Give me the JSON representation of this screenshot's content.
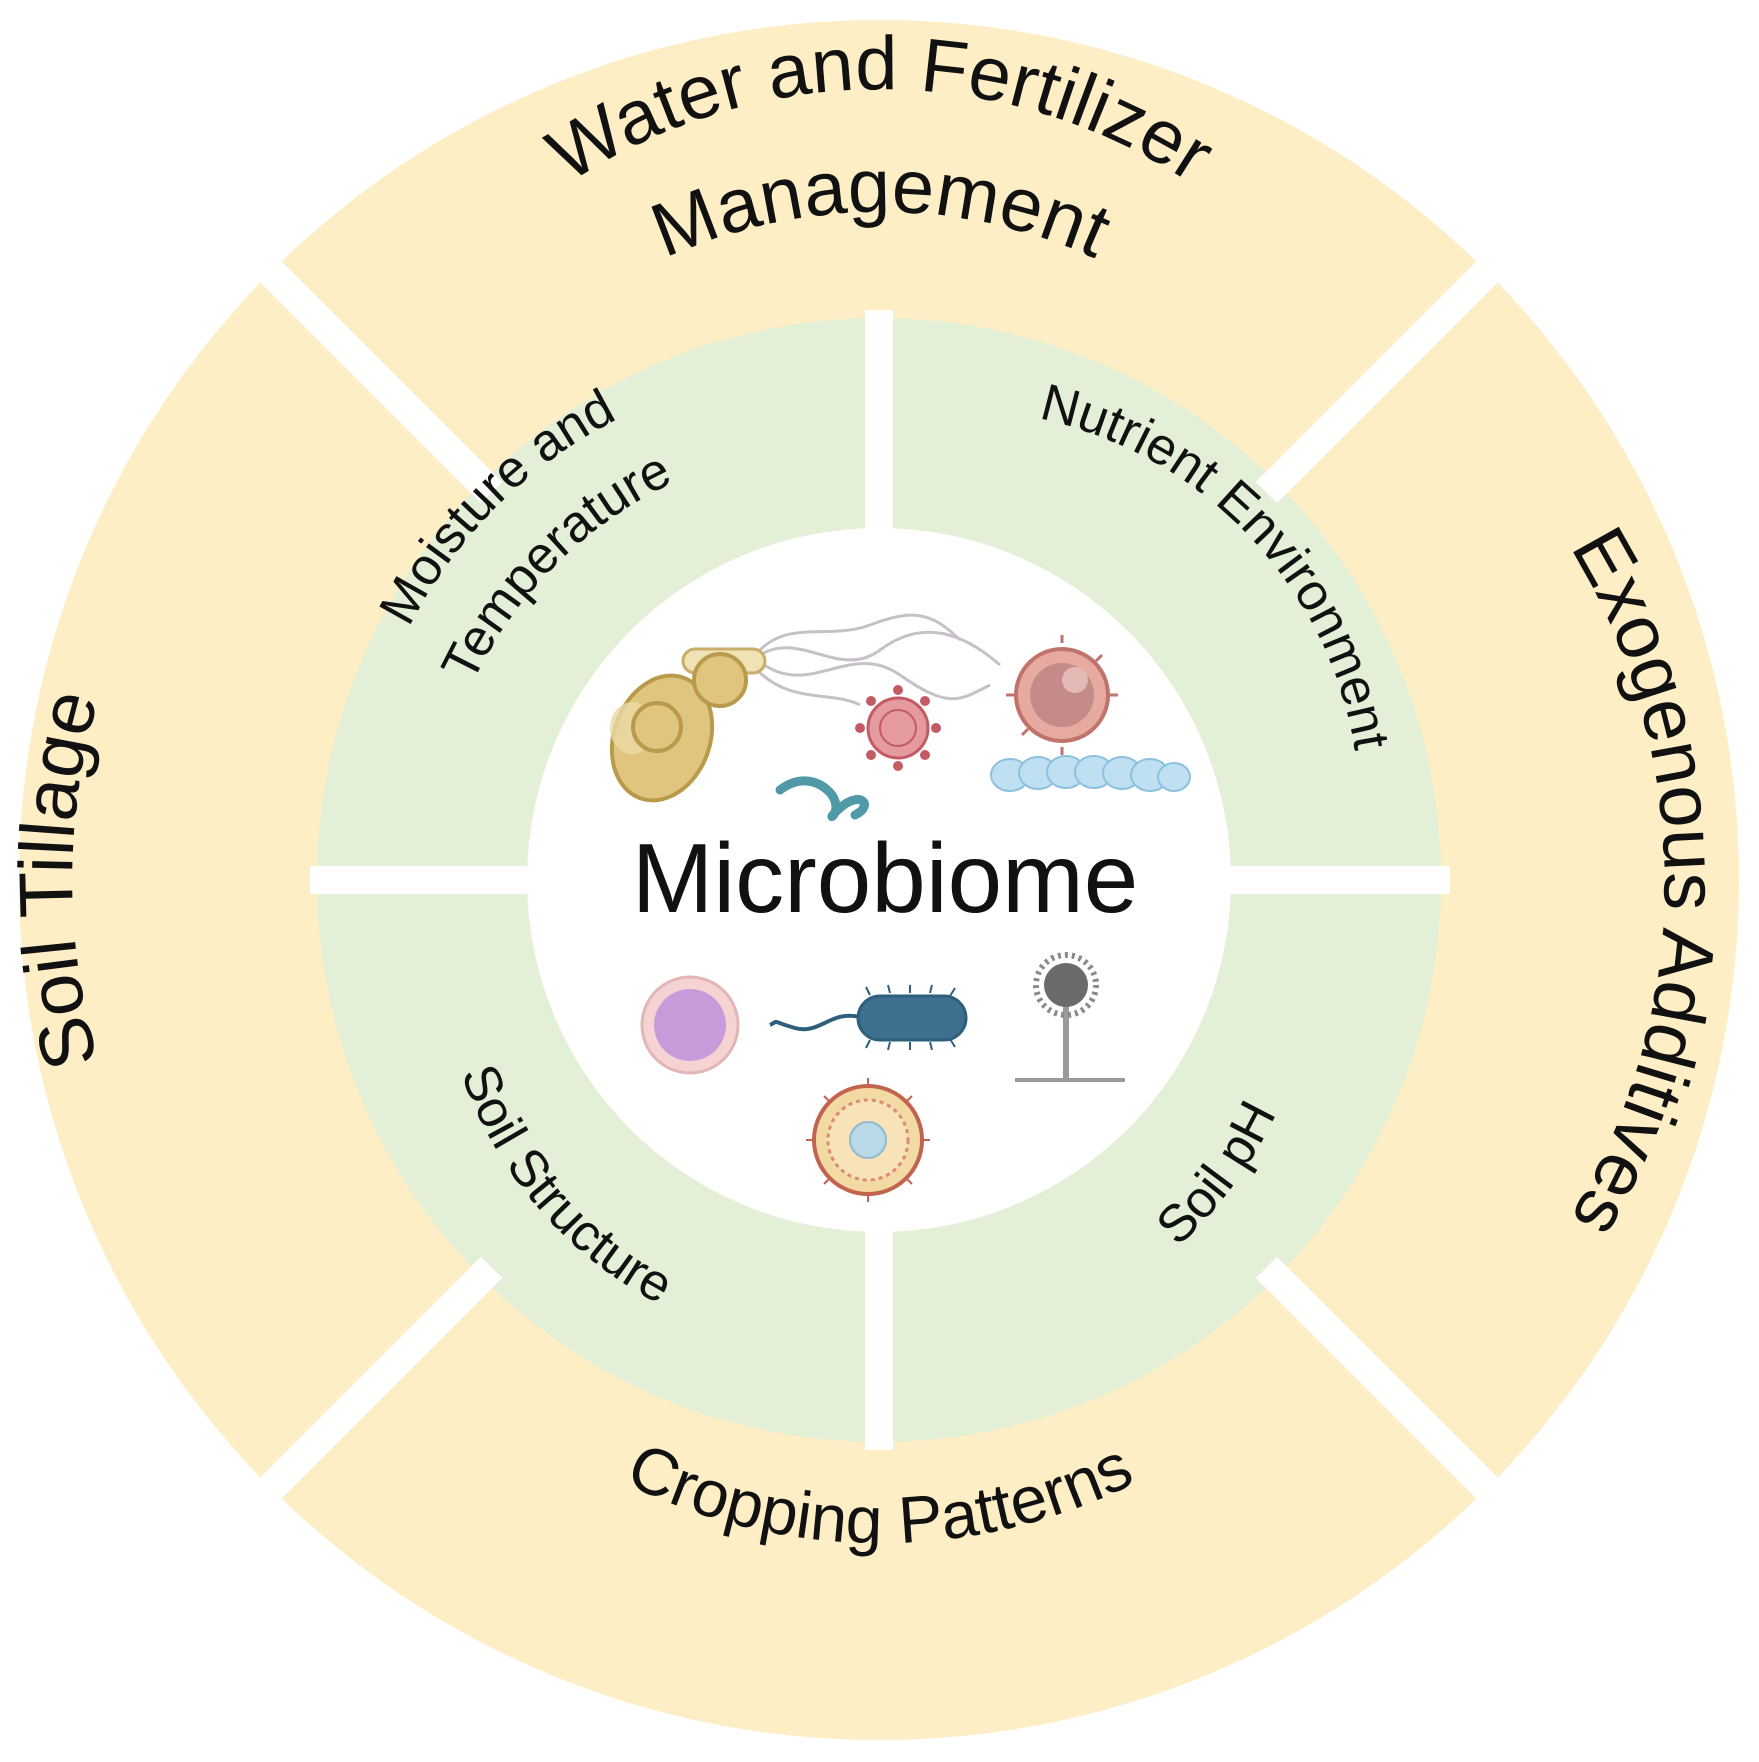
{
  "colors": {
    "outer_ring": "#fdeec6",
    "inner_ring": "#e3efd6",
    "center": "#ffffff",
    "divider": "#ffffff",
    "text": "#111111"
  },
  "center": {
    "label": "Microbiome"
  },
  "outer_ring": {
    "top_line1": "Water and Fertilizer",
    "top_line2": "Management",
    "right": "Exogenous Additives",
    "bottom": "Cropping Patterns",
    "left": "Soil Tillage"
  },
  "inner_ring": {
    "top_left_line1": "Moisture and",
    "top_left_line2": "Temperature",
    "top_right": "Nutrient Environment",
    "bottom_right": "Soil pH",
    "bottom_left": "Soil Structure"
  },
  "icons": [
    "flagellated-bacillus-icon",
    "fungal-spore-icon",
    "yeast-cell-icon",
    "virus-icon",
    "helical-bacterium-icon",
    "streptococcus-chain-icon",
    "round-cell-icon",
    "rod-bacterium-icon",
    "aspergillus-icon",
    "amoeba-cyst-icon"
  ]
}
